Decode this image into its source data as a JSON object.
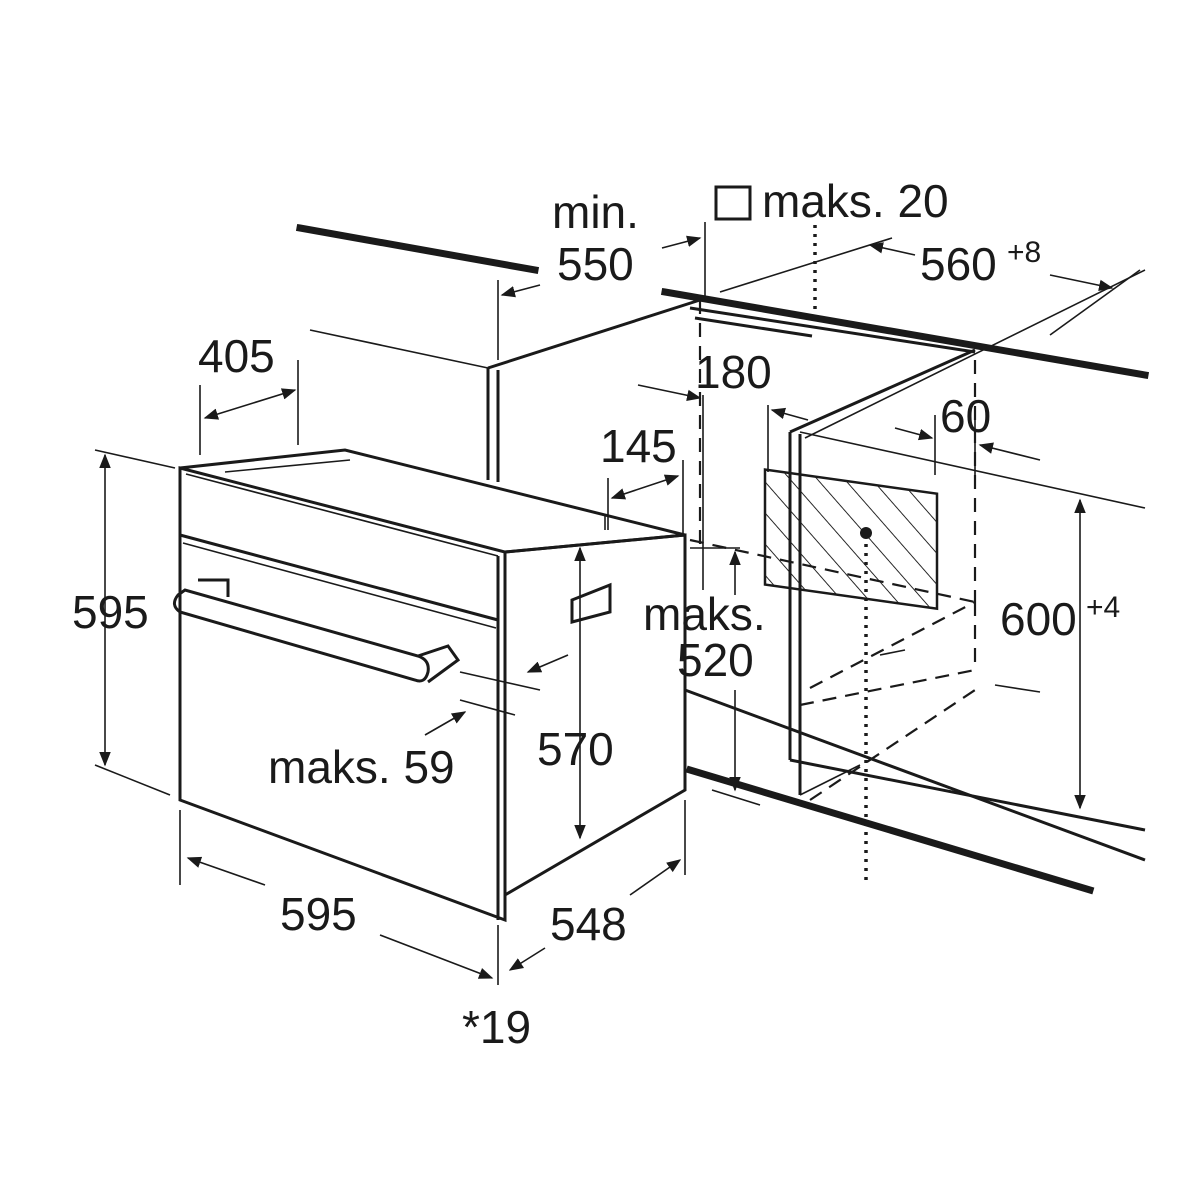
{
  "dimensions": {
    "max_20_label": "maks. 20",
    "min_label": "min.",
    "min_550_value": "550",
    "niche_width_value": "560",
    "niche_width_tolerance": "+8",
    "depth_405": "405",
    "depth_180": "180",
    "depth_145": "145",
    "depth_60": "60",
    "height_595": "595",
    "max_label": "maks.",
    "max_520_value": "520",
    "niche_height_value": "600",
    "niche_height_tolerance": "+4",
    "max_59": "maks. 59",
    "height_570": "570",
    "width_595": "595",
    "width_548": "548",
    "note_19": "*19"
  },
  "colors": {
    "line": "#1a1a1a",
    "background": "#ffffff"
  }
}
